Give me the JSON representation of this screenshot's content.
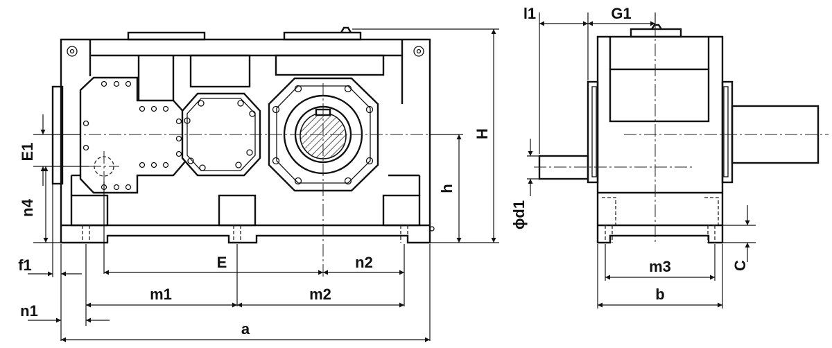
{
  "drawing": {
    "labels": {
      "E1": "E1",
      "n4": "n4",
      "f1": "f1",
      "E": "E",
      "n2": "n2",
      "m1": "m1",
      "m2": "m2",
      "n1": "n1",
      "a": "a",
      "h": "h",
      "H": "H",
      "l1": "l1",
      "G1": "G1",
      "d1": "ϕd1",
      "m3": "m3",
      "b": "b",
      "C": "C"
    }
  }
}
